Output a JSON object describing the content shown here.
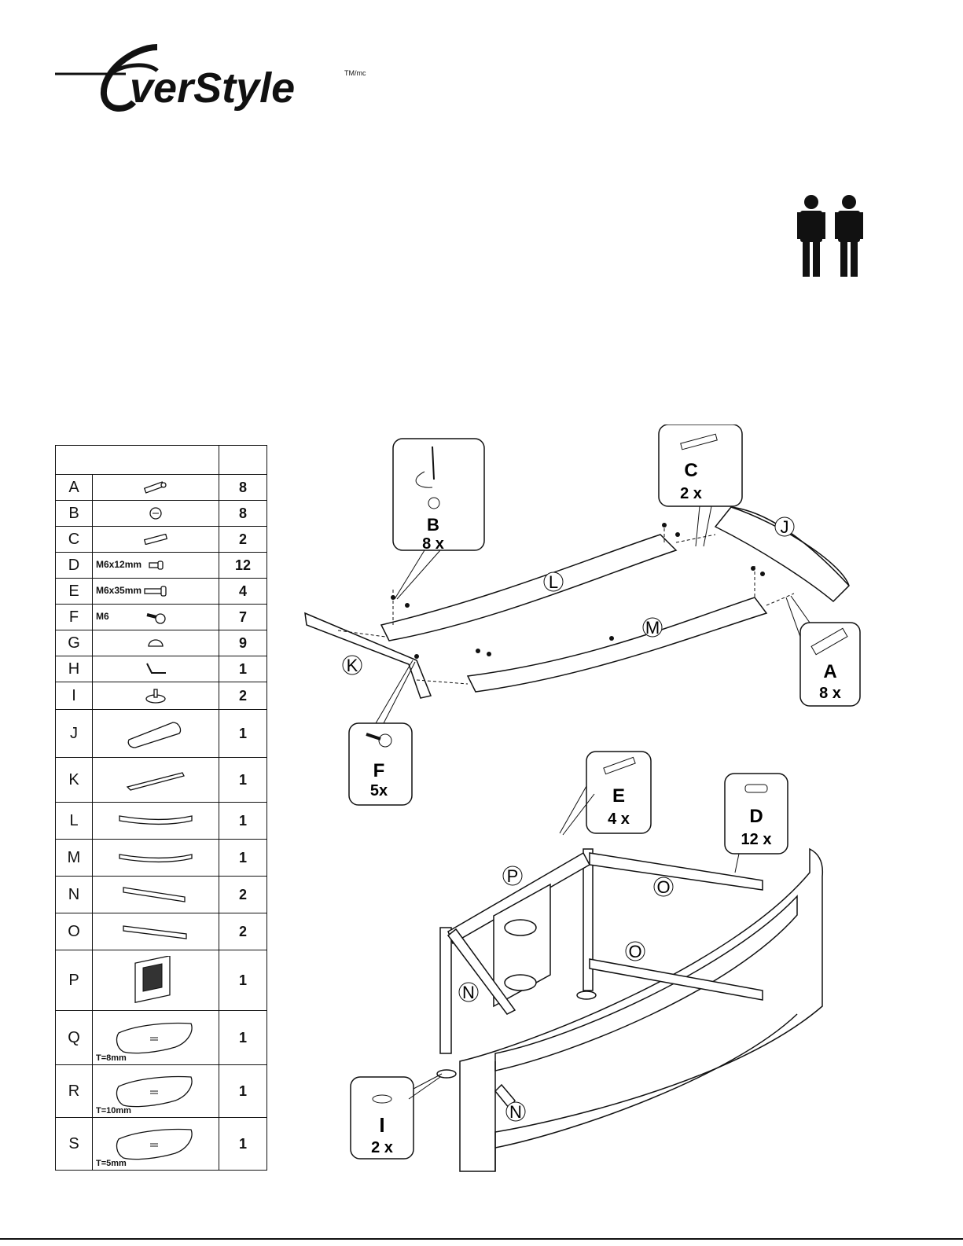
{
  "brand": {
    "name": "EverStyle",
    "trademark": "TM/mc"
  },
  "parts_table": {
    "rows": [
      {
        "letter": "A",
        "spec": "",
        "qty": "8",
        "icon": "dowel-pin"
      },
      {
        "letter": "B",
        "spec": "",
        "qty": "8",
        "icon": "cam-lock"
      },
      {
        "letter": "C",
        "spec": "",
        "qty": "2",
        "icon": "wood-dowel"
      },
      {
        "letter": "D",
        "spec": "M6x12mm",
        "qty": "12",
        "icon": "short-bolt"
      },
      {
        "letter": "E",
        "spec": "M6x35mm",
        "qty": "4",
        "icon": "long-bolt"
      },
      {
        "letter": "F",
        "spec": "M6",
        "qty": "7",
        "icon": "leveling-foot"
      },
      {
        "letter": "G",
        "spec": "",
        "qty": "9",
        "icon": "bumper"
      },
      {
        "letter": "H",
        "spec": "",
        "qty": "1",
        "icon": "allen-key"
      },
      {
        "letter": "I",
        "spec": "",
        "qty": "2",
        "icon": "glide-foot"
      },
      {
        "letter": "J",
        "spec": "",
        "qty": "1",
        "icon": "top-cap-panel"
      },
      {
        "letter": "K",
        "spec": "",
        "qty": "1",
        "icon": "base-rail"
      },
      {
        "letter": "L",
        "spec": "",
        "qty": "1",
        "icon": "curved-rail-L"
      },
      {
        "letter": "M",
        "spec": "",
        "qty": "1",
        "icon": "curved-rail-M"
      },
      {
        "letter": "N",
        "spec": "",
        "qty": "2",
        "icon": "brace-N"
      },
      {
        "letter": "O",
        "spec": "",
        "qty": "2",
        "icon": "brace-O"
      },
      {
        "letter": "P",
        "spec": "",
        "qty": "1",
        "icon": "mount-panel"
      },
      {
        "letter": "Q",
        "spec": "T=8mm",
        "qty": "1",
        "icon": "glass-shelf"
      },
      {
        "letter": "R",
        "spec": "T=10mm",
        "qty": "1",
        "icon": "glass-shelf"
      },
      {
        "letter": "S",
        "spec": "T=5mm",
        "qty": "1",
        "icon": "glass-shelf"
      }
    ]
  },
  "callouts": {
    "B": {
      "letter": "B",
      "qty": "8 x"
    },
    "C": {
      "letter": "C",
      "qty": "2 x"
    },
    "A": {
      "letter": "A",
      "qty": "8 x"
    },
    "F": {
      "letter": "F",
      "qty": "5x"
    },
    "E": {
      "letter": "E",
      "qty": "4 x"
    },
    "D": {
      "letter": "D",
      "qty": "12 x"
    },
    "I": {
      "letter": "I",
      "qty": "2 x"
    }
  },
  "part_labels": {
    "J": "J",
    "L": "L",
    "M": "M",
    "K": "K",
    "P": "P",
    "O1": "O",
    "O2": "O",
    "N1": "N",
    "N2": "N"
  }
}
